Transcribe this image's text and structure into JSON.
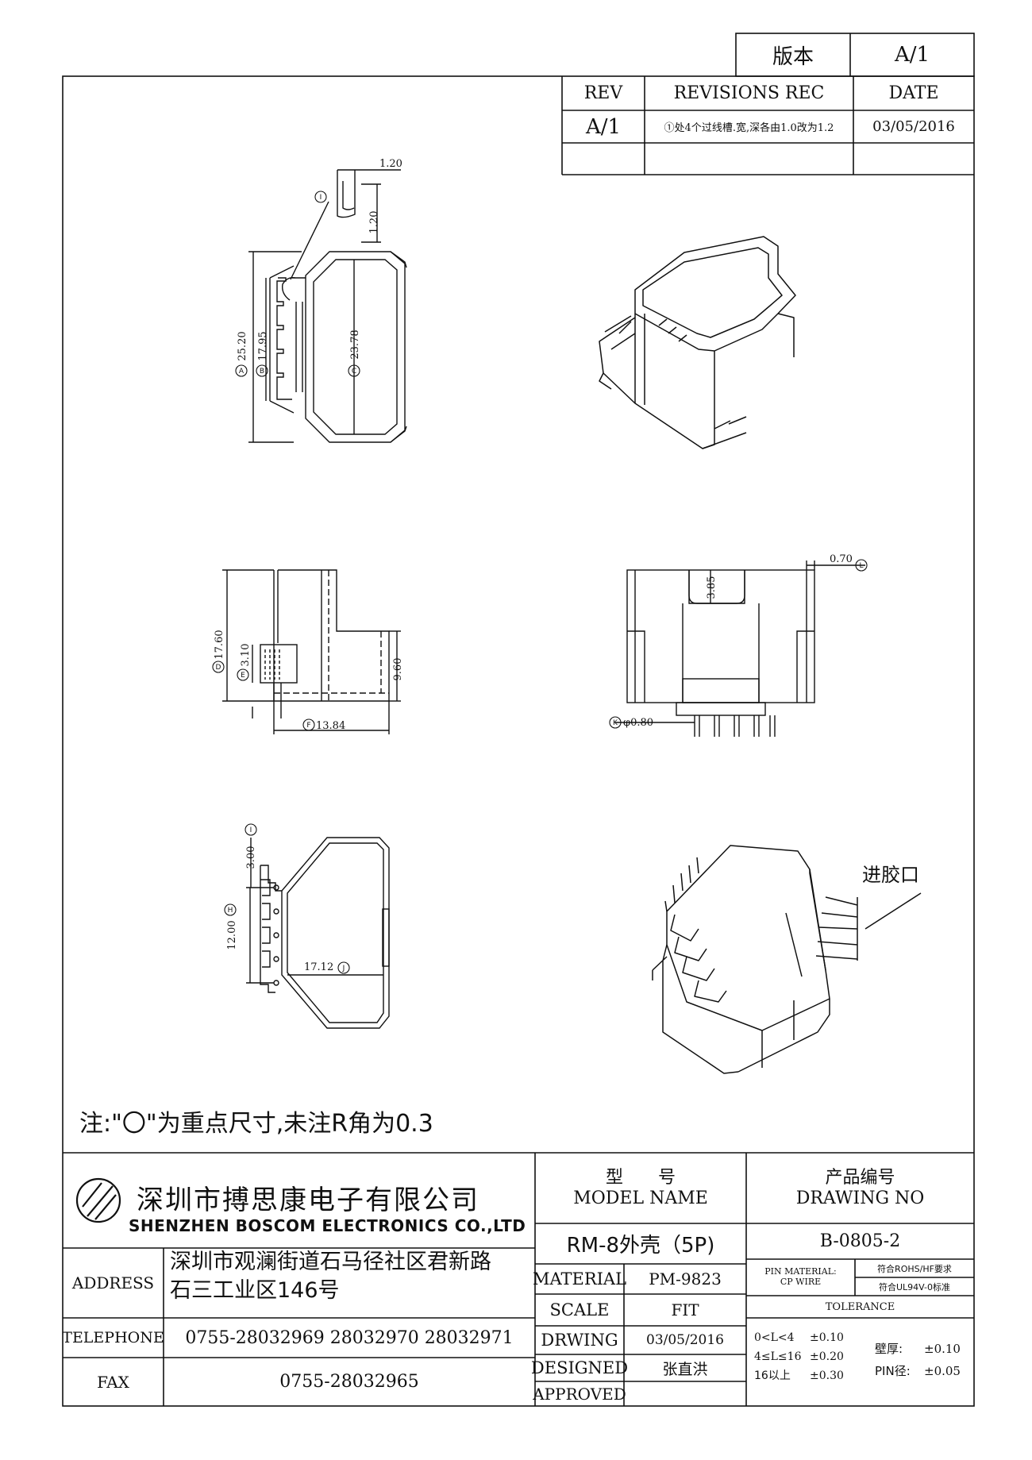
{
  "version_box": {
    "label": "版本",
    "value": "A/1"
  },
  "revisions": {
    "headers": {
      "rev": "REV",
      "rec": "REVISIONS REC",
      "date": "DATE"
    },
    "rows": [
      {
        "rev": "A/1",
        "rec": "①处4个过线槽.宽,深各由1.0改为1.2",
        "date": "03/05/2016"
      }
    ]
  },
  "dimensions": {
    "top_slot_w": "1.20",
    "top_slot_d": "1.20",
    "callout_i": "I",
    "a": "25.20",
    "b": "17.95",
    "c": "23.78",
    "a_tag": "A",
    "b_tag": "B",
    "c_tag": "C",
    "d": "17.60",
    "e": "3.10",
    "f": "13.84",
    "g": "9.60",
    "d_tag": "D",
    "e_tag": "E",
    "f_tag": "F",
    "h": "3.85",
    "pin_dia": "φ0.80",
    "wall": "0.70",
    "k_tag": "K",
    "l_tag": "L",
    "m": "3.00",
    "n": "12.00",
    "j": "17.12",
    "h_tag": "H",
    "j_tag": "J"
  },
  "gate_label": "进胶口",
  "note": "注:\"〇\"为重点尺寸,未注R角为0.3",
  "company": {
    "name_cn": "深圳市搏思康电子有限公司",
    "name_en": "SHENZHEN BOSCOM ELECTRONICS CO.,LTD"
  },
  "contact": {
    "address_label": "ADDRESS",
    "address_line1": "深圳市观澜街道石马径社区君新路",
    "address_line2": "石三工业区146号",
    "telephone_label": "TELEPHONE",
    "telephone": "0755-28032969 28032970 28032971",
    "fax_label": "FAX",
    "fax": "0755-28032965"
  },
  "model": {
    "label_cn": "型　　号",
    "label_en": "MODEL NAME",
    "value": "RM-8外壳（5P)"
  },
  "drawing_no": {
    "label_cn": "产品编号",
    "label_en": "DRAWING NO",
    "value": "B-0805-2"
  },
  "info_rows": [
    {
      "label": "MATERIAL",
      "value": "PM-9823"
    },
    {
      "label": "SCALE",
      "value": "FIT"
    },
    {
      "label": "DRWING",
      "value": "03/05/2016"
    },
    {
      "label": "DESIGNED",
      "value": "张直洪"
    },
    {
      "label": "APPROVED",
      "value": ""
    }
  ],
  "pin_material": {
    "label1": "PIN MATERIAL:",
    "label2": "CP WIRE",
    "rohs": "符合ROHS/HF要求",
    "ul": "符合UL94V-0标准"
  },
  "tolerance": {
    "title": "TOLERANCE",
    "rows": [
      {
        "range": "0<L<4",
        "value": "±0.10"
      },
      {
        "range": "4≤L≤16",
        "value": "±0.20"
      },
      {
        "range": "16以上",
        "value": "±0.30"
      }
    ],
    "wall_label": "壁厚:",
    "wall_value": "±0.10",
    "pin_label": "PIN径:",
    "pin_value": "±0.05"
  }
}
